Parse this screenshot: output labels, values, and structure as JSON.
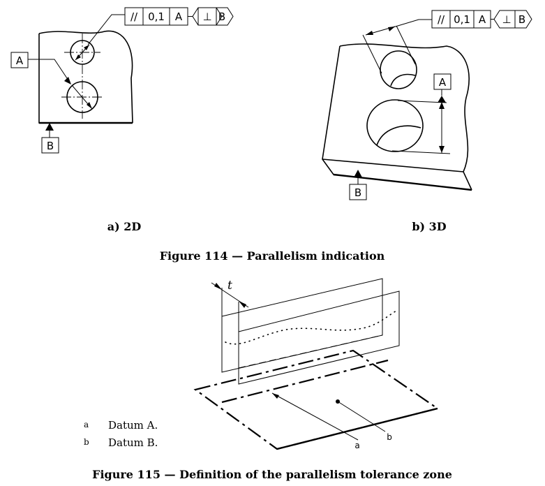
{
  "figure114": {
    "frame_2d": {
      "symbol": "//",
      "tolerance": "0,1",
      "datum": "A",
      "orientation_symbol": "⊥",
      "orientation_datum": "B"
    },
    "frame_3d": {
      "symbol": "//",
      "tolerance": "0,1",
      "datum": "A",
      "orientation_symbol": "⊥",
      "orientation_datum": "B"
    },
    "datums_2d": {
      "a": "A",
      "b": "B"
    },
    "datums_3d": {
      "a": "A",
      "b": "B"
    },
    "sub_a": "a)  2D",
    "sub_b": "b)  3D",
    "caption": "Figure 114 — Parallelism indication"
  },
  "figure115": {
    "t_label": "t",
    "leader_a": "a",
    "leader_b": "b",
    "caption": "Figure 115 — Definition of the parallelism tolerance zone"
  },
  "notes": [
    {
      "key": "a",
      "text": "Datum A."
    },
    {
      "key": "b",
      "text": "Datum B."
    }
  ]
}
